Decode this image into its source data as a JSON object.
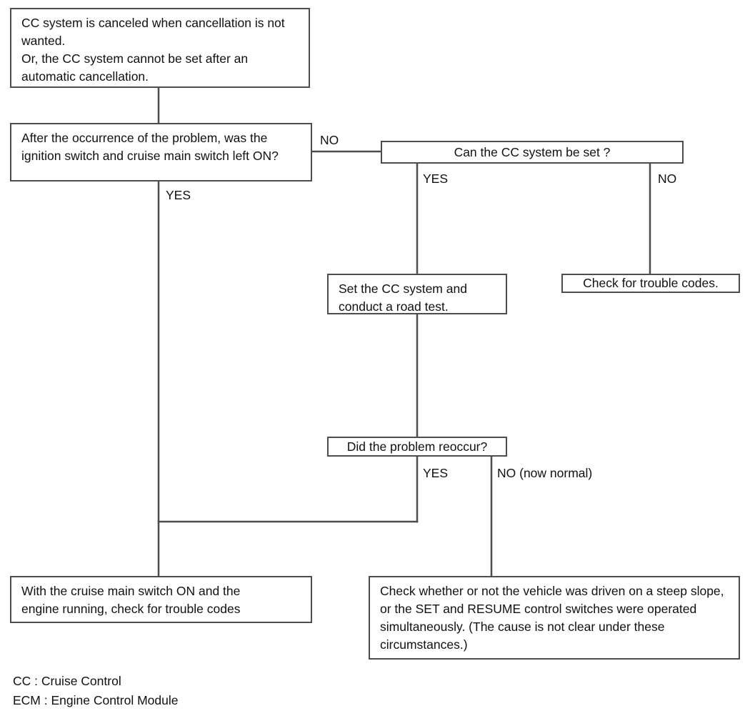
{
  "diagram": {
    "title": "Cruise Control system troubleshooting flowchart",
    "line_color": "#4d4d4d",
    "text_color": "#111111",
    "background": "#ffffff"
  },
  "nodes": {
    "symptom": "CC system is canceled when cancellation is not wanted.\nOr, the CC system cannot be set after an automatic cancellation.",
    "question_switches_left_on": "After the occurrence of the problem, was the ignition switch and cruise main switch left ON?",
    "question_can_be_set": "Can the CC system be set ?",
    "action_set_and_road_test": "Set the CC system and\nconduct a road test.",
    "action_check_trouble_codes": "Check for trouble codes.",
    "question_problem_reoccur": "Did the problem reoccur?",
    "action_cruise_switch_on_check_codes": "With the cruise main switch ON and the\nengine running, check for trouble codes",
    "action_check_steep_slope": "Check whether or not the vehicle was driven on a steep slope, or the SET and RESUME control switches were operated simultaneously. (The cause is not clear under these circumstances.)"
  },
  "edge_labels": {
    "switches_no": "NO",
    "switches_yes": "YES",
    "can_be_set_yes": "YES",
    "can_be_set_no": "NO",
    "reoccur_yes": "YES",
    "reoccur_no": "NO (now normal)"
  },
  "legend": {
    "cc": "CC : Cruise Control",
    "ecm": "ECM : Engine Control Module"
  }
}
